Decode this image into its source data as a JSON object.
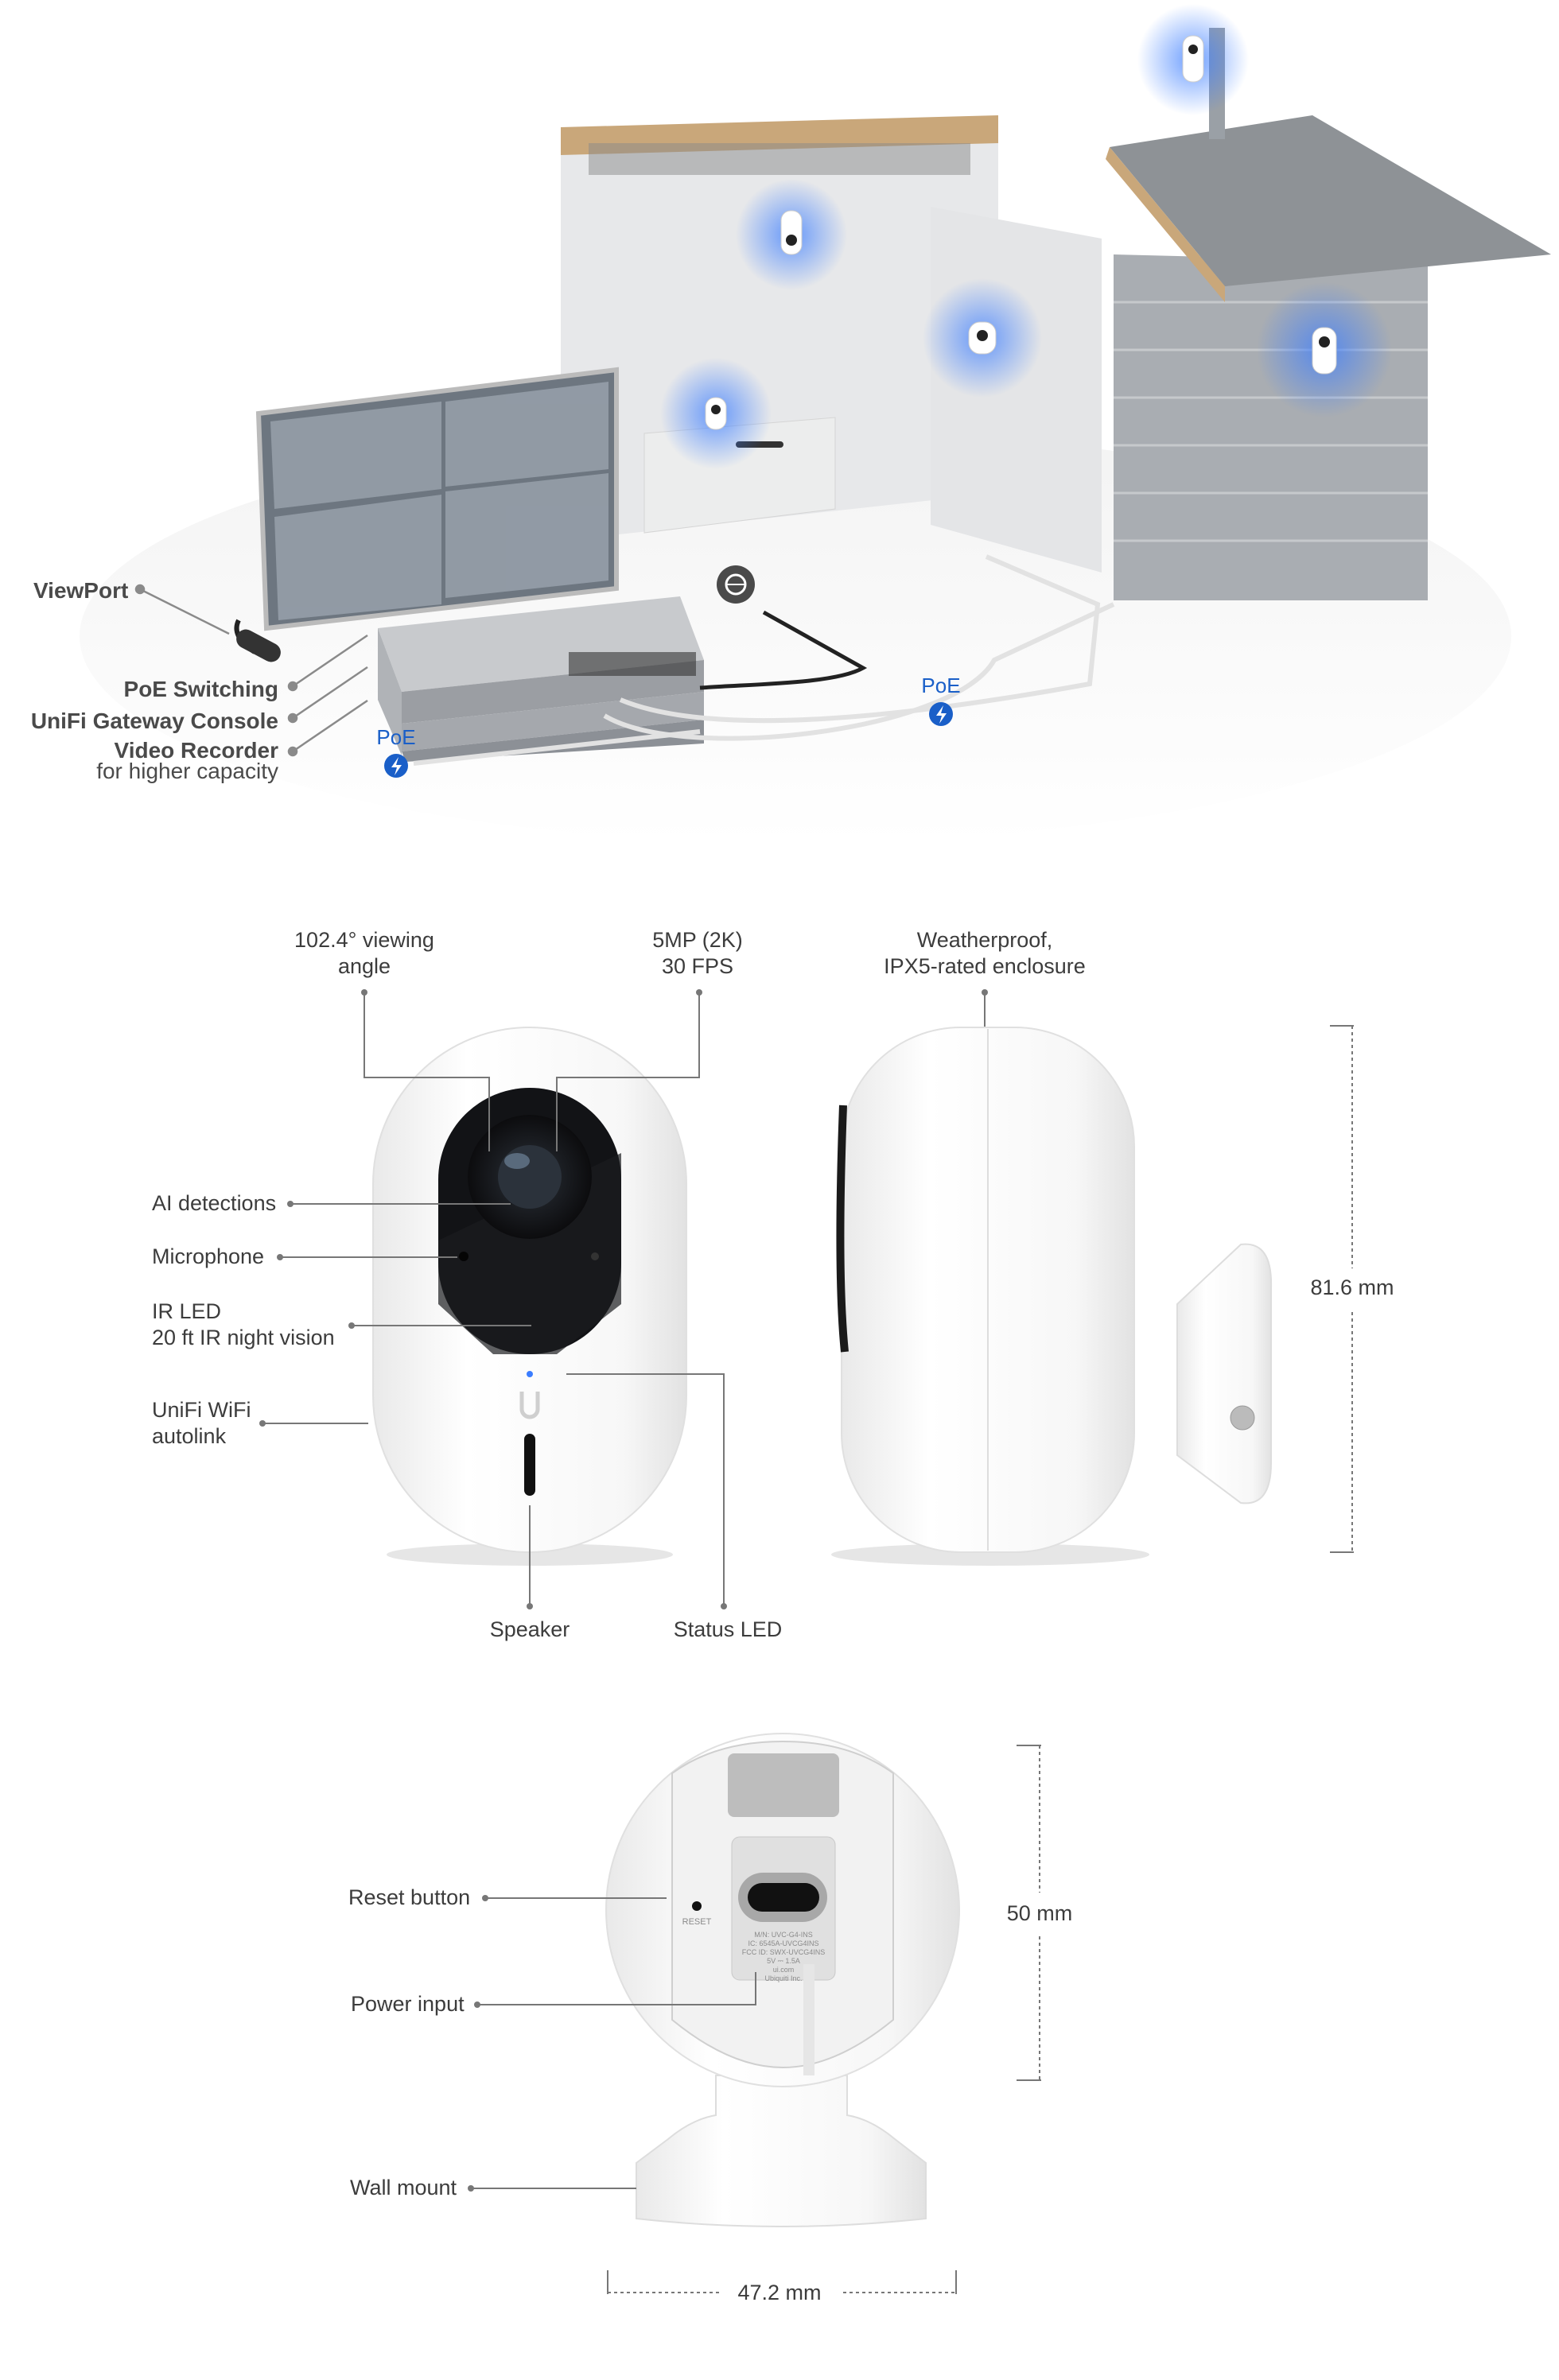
{
  "network": {
    "viewport": "ViewPort",
    "poe_switching": "PoE Switching",
    "gateway_console": "UniFi Gateway Console",
    "video_recorder": "Video Recorder",
    "video_recorder_sub": "for higher capacity",
    "poe_label_1": "PoE",
    "poe_label_2": "PoE"
  },
  "front_view": {
    "viewing_angle_1": "102.4° viewing",
    "viewing_angle_2": "angle",
    "resolution_1": "5MP (2K)",
    "resolution_2": "30 FPS",
    "weatherproof_1": "Weatherproof,",
    "weatherproof_2": "IPX5-rated enclosure",
    "ai_detections": "AI detections",
    "microphone": "Microphone",
    "ir_led_1": "IR LED",
    "ir_led_2": "20 ft IR night vision",
    "wifi_1": "UniFi WiFi",
    "wifi_2": "autolink",
    "speaker": "Speaker",
    "status_led": "Status LED",
    "height": "81.6 mm"
  },
  "back_view": {
    "reset_button": "Reset button",
    "power_input": "Power input",
    "wall_mount": "Wall mount",
    "depth": "50 mm",
    "width": "47.2 mm",
    "reset_marking": "RESET",
    "product_label": [
      "M/N: UVC-G4-INS",
      "IC: 6545A-UVCG4INS",
      "FCC ID: SWX-UVCG4INS",
      "5V ⎓ 1.5A",
      "ui.com",
      "Ubiquiti Inc."
    ]
  },
  "colors": {
    "accent": "#1a5fc8",
    "glow": "#3b7dff",
    "text": "#3c3c3c"
  }
}
